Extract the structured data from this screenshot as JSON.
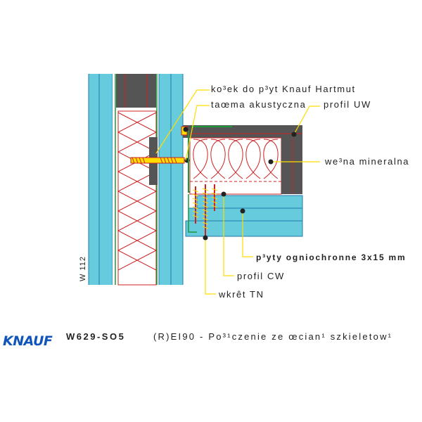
{
  "labels": {
    "connector": "ko³ek do p³yt Knauf Hartmut",
    "tape": "taœma akustyczna",
    "profile_uw": "profil UW",
    "mineral_wool": "we³na mineralna",
    "fire_boards": "p³yty ogniochronne 3x15 mm",
    "profile_cw": "profil CW",
    "screw": "wkrêt TN"
  },
  "dimension": "W 112",
  "footer": {
    "logo": "KNAUF",
    "code": "W629-SO5",
    "title": "(R)EI90 - Po³¹czenie ze œcian¹ szkieletow¹"
  },
  "colors": {
    "board": "#66ccdd",
    "board_line": "#2277aa",
    "wool": "#cc2222",
    "leader": "#ffdd00",
    "steel": "#1a9a3a",
    "dark": "#555555",
    "logo": "#1155bb"
  }
}
